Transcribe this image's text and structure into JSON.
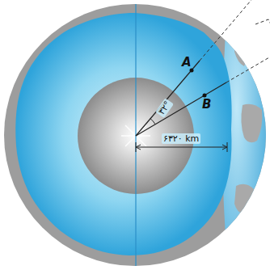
{
  "diagram": {
    "labels": [
      "A",
      "B",
      "۳۲°",
      "۶۳۲۰ km"
    ]
  }
}
